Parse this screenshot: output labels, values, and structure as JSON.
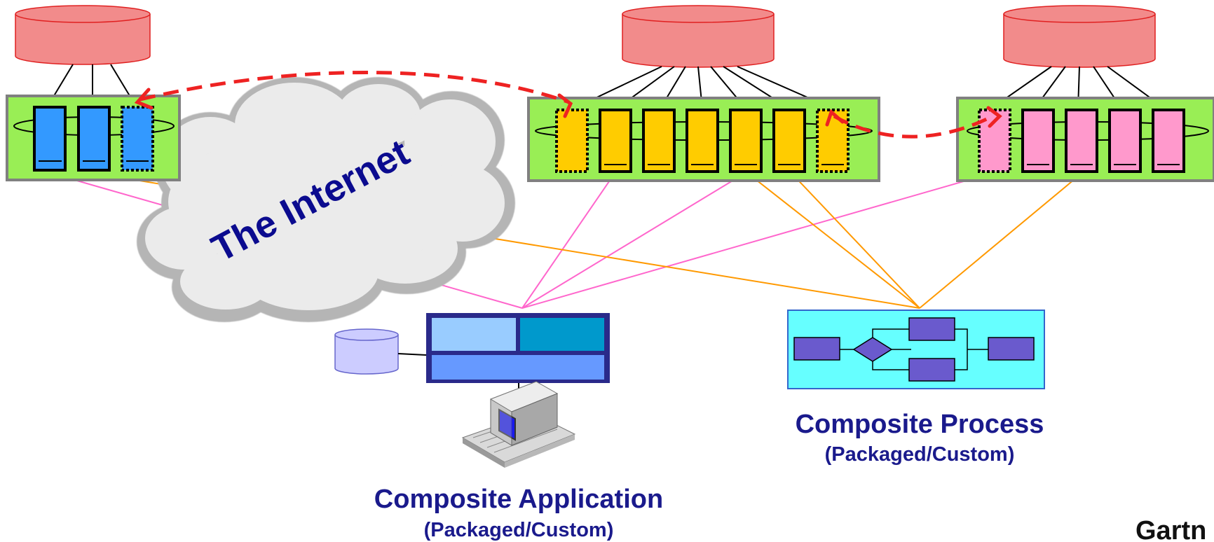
{
  "cloud": {
    "label": "The Internet"
  },
  "composite_application": {
    "title": "Composite Application",
    "subtitle": "(Packaged/Custom)"
  },
  "composite_process": {
    "title": "Composite Process",
    "subtitle": "(Packaged/Custom)"
  },
  "brand": {
    "text": "Gartn"
  },
  "colors": {
    "database": "#f28b8b",
    "panel": "#99ee55",
    "service_blue": "#3399ff",
    "service_yellow": "#ffcc00",
    "service_pink": "#ff99cc",
    "link_pink": "#ff66cc",
    "link_orange": "#ff9900",
    "dashed_red": "#ee2222",
    "process_bg": "#66ffff",
    "process_shape": "#6a5acd",
    "text_navy": "#1a1a8c"
  }
}
